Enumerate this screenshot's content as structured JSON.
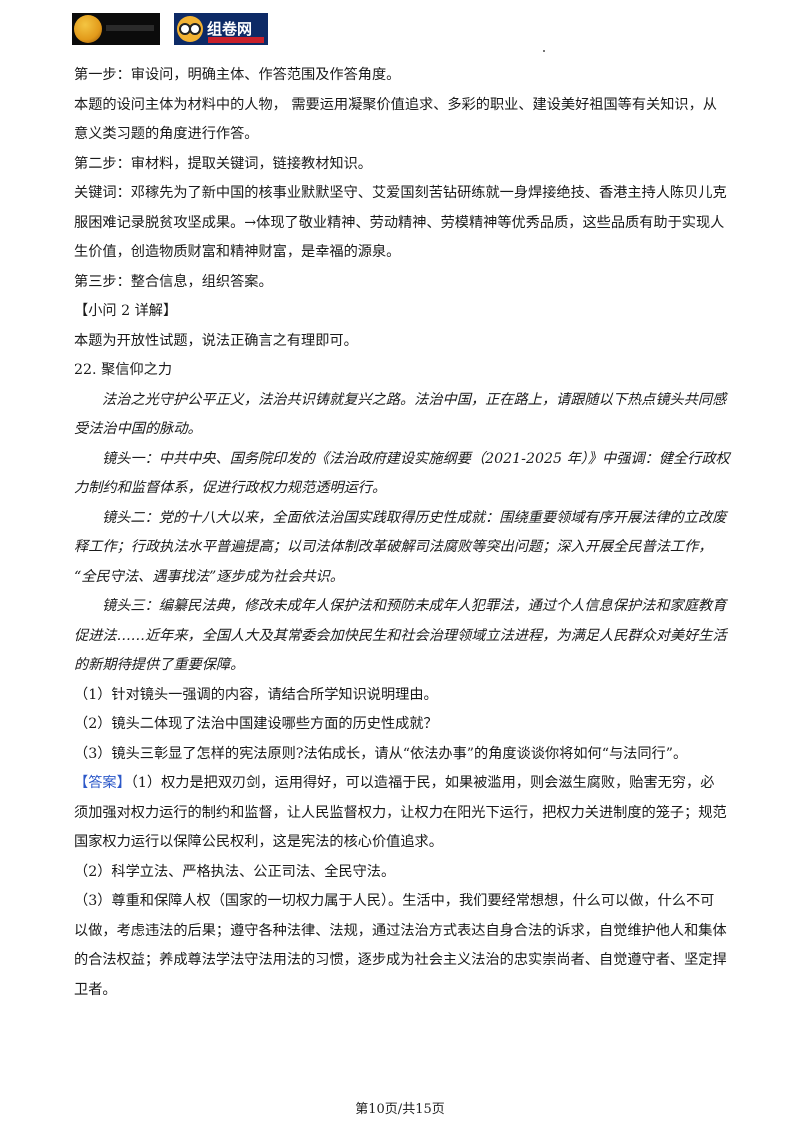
{
  "lines": [
    "第一步：审设问，明确主体、作答范围及作答角度。",
    "本题的设问主体为材料中的人物，  需要运用凝聚价值追求、多彩的职业、建设美好祖国等有关知识，从",
    "意义类习题的角度进行作答。",
    "第二步：审材料，提取关键词，链接教材知识。",
    "关键词：邓稼先为了新中国的核事业默默坚守、艾爱国刻苦钻研练就一身焊接绝技、香港主持人陈贝儿克",
    "服困难记录脱贫攻坚成果。→体现了敬业精神、劳动精神、劳模精神等优秀品质，这些品质有助于实现人",
    "生价值，创造物质财富和精神财富，是幸福的源泉。",
    "第三步：整合信息，组织答案。",
    "【小问 2 详解】",
    "本题为开放性试题，说法正确言之有理即可。",
    "22. 聚信仰之力",
    "法治之光守护公平正义，法治共识铸就复兴之路。法治中国，正在路上，请跟随以下热点镜头共同感",
    "受法治中国的脉动。",
    "镜头一：中共中央、国务院印发的《法治政府建设实施纲要（2021-2025 年）》中强调：健全行政权",
    "力制约和监督体系，促进行政权力规范透明运行。",
    "镜头二：党的十八大以来，全面依法治国实践取得历史性成就：围绕重要领域有序开展法律的立改废",
    "释工作；行政执法水平普遍提高；以司法体制改革破解司法腐败等突出问题；深入开展全民普法工作，",
    "“全民守法、遇事找法”逐步成为社会共识。",
    "镜头三：编纂民法典，修改未成年人保护法和预防未成年人犯罪法，通过个人信息保护法和家庭教育",
    "促进法……近年来，全国人大及其常委会加快民生和社会治理领域立法进程，为满足人民群众对美好生活",
    "的新期待提供了重要保障。",
    "（1）针对镜头一强调的内容，请结合所学知识说明理由。",
    "（2）镜头二体现了法治中国建设哪些方面的历史性成就？",
    "（3）镜头三彰显了怎样的宪法原则?法佑成长，请从“依法办事”的角度谈谈你将如何“与法同行”。",
    "（1）权力是把双刃剑，运用得好，可以造福于民，如果被滥用，则会滋生腐败，贻害无穷，必",
    "须加强对权力运行的制约和监督，让人民监督权力，让权力在阳光下运行，把权力关进制度的笼子；规范",
    "国家权力运行以保障公民权利，这是宪法的核心价值追求。",
    "（2）科学立法、严格执法、公正司法、全民守法。",
    "（3）尊重和保障人权（国家的一切权力属于人民）。生活中，我们要经常想想，什么可以做，什么不可",
    "以做，考虑违法的后果；遵守各种法律、法规，通过法治方式表达自身合法的诉求，自觉维护他人和集体",
    "的合法权益；养成尊法学法守法用法的习惯，逐步成为社会主义法治的忠实崇尚者、自觉遵守者、坚定捍",
    "卫者。"
  ],
  "answer_tag": "【答案】",
  "logo_text": "组卷网",
  "footer": "第10页/共15页",
  "colors": {
    "answer_tag": "#2c58c8",
    "text": "#1a1a1a"
  }
}
